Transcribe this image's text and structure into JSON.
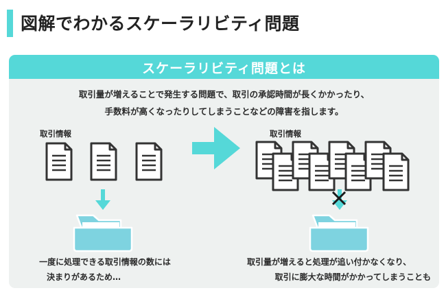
{
  "page": {
    "title": "図解でわかるスケーラリビティ問題"
  },
  "panel": {
    "heading": "スケーラリビティ問題とは",
    "description_line1": "取引量が増えることで発生する問題で、取引の承認時間が長くかかったり、",
    "description_line2": "手数料が高くなったりしてしまうことなどの障害を指します。"
  },
  "left": {
    "label": "取引情報",
    "caption_line1": "一度に処理できる取引情報の数には",
    "caption_line2": "決まりがあるため…"
  },
  "right": {
    "label": "取引情報",
    "caption_line1": "取引量が増えると処理が追い付かなくなり、",
    "caption_line2": "取引に膨大な時間がかかってしまうことも"
  },
  "colors": {
    "accent": "#55d8d8",
    "folder": "#7ed3e0",
    "document_outline": "#333333",
    "panel_background": "#eef1f0"
  },
  "icons": {
    "document": "document-icon",
    "folder": "folder-icon",
    "arrow_right": "arrow-right-icon",
    "arrow_down": "arrow-down-icon",
    "cross": "cross-icon"
  }
}
